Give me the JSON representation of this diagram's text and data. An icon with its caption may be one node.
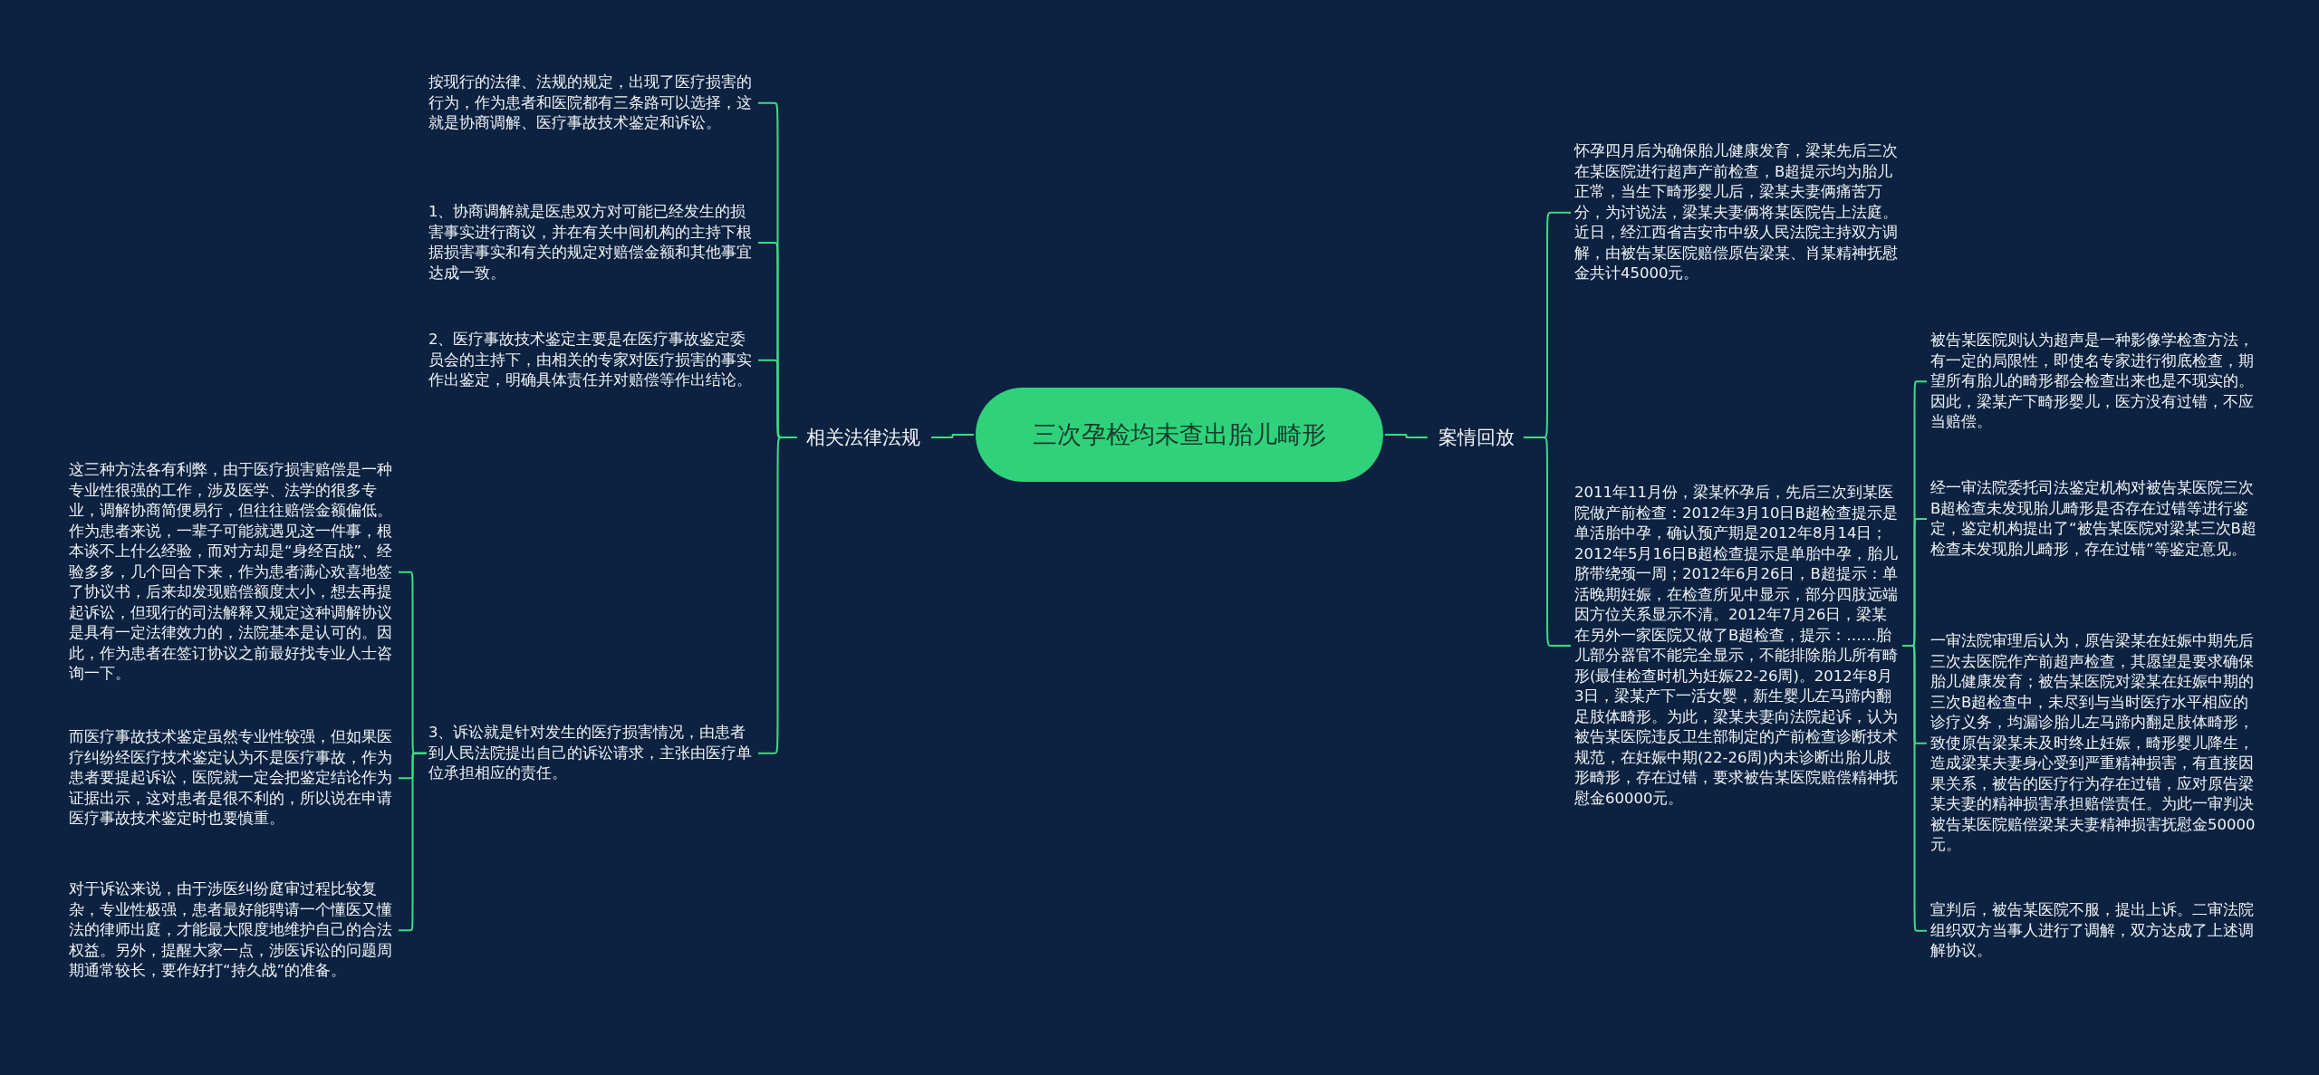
{
  "diagram": {
    "nodes": [
      {
        "text": [
          "三次孕检均未查出胎儿畸形"
        ]
      },
      {
        "text": [
          "相关法律法规"
        ]
      },
      {
        "text": [
          "按现行的法律、法规的规定，出现了医疗损害的行为，作为患者和医院都有三条路可以选择，这就是协商调解、医疗事故技术鉴定和诉讼。"
        ]
      },
      {
        "text": [
          "1、协商调解就是医患双方对可能已经发生的损害事实进行商议，并在有关中间机构的主持下根据损害事实和有关的规定对赔偿金额和其他事宜达成一致。"
        ]
      },
      {
        "text": [
          "2、医疗事故技术鉴定主要是在医疗事故鉴定委员会的主持下，由相关的专家对医疗损害的事实作出鉴定，明确具体责任并对赔偿等作出结论。"
        ]
      },
      {
        "text": [
          "3、诉讼就是针对发生的医疗损害情况，由患者到人民法院提出自己的诉讼请求，主张由医疗单位承担相应的责任。"
        ]
      },
      {
        "text": [
          "这三种方法各有利弊，由于医疗损害赔偿是一种专业性很强的工作，涉及医学、法学的很多专业，调解协商简便易行，但往往赔偿金额偏低。作为患者来说，一辈子可能就遇见这一件事，根本谈不上什么经验，而对方却是“身经百战”、经验多多，几个回合下来，作为患者满心欢喜地签了协议书，后来却发现赔偿额度太小，想去再提起诉讼，但现行的司法解释又规定这种调解协议是具有一定法律效力的，法院基本是认可的。因此，作为患者在签订协议之前最好找专业人士咨询一下。"
        ]
      },
      {
        "text": [
          "而医疗事故技术鉴定虽然专业性较强，但如果医疗纠纷经医疗技术鉴定认为不是医疗事故，作为患者要提起诉讼，医院就一定会把鉴定结论作为证据出示，这对患者是很不利的，所以说在申请医疗事故技术鉴定时也要慎重。"
        ]
      },
      {
        "text": [
          "对于诉讼来说，由于涉医纠纷庭审过程比较复杂，专业性极强，患者最好能聘请一个懂医又懂法的律师出庭，才能最大限度地维护自己的合法权益。另外，提醒大家一点，涉医诉讼的问题周期通常较长，要作好打“持久战”的准备。"
        ]
      },
      {
        "text": [
          "案情回放"
        ]
      },
      {
        "text": [
          "怀孕四月后为确保胎儿健康发育，梁某先后三次在某医院进行超声产前检查，B超提示均为胎儿正常，当生下畸形婴儿后，梁某夫妻俩痛苦万分，为讨说法，梁某夫妻俩将某医院告上法庭。近日，经江西省吉安市中级人民法院主持双方调解，由被告某医院赔偿原告梁某、肖某精神抚慰金共计45000元。"
        ]
      },
      {
        "text": [
          "2011年11月份，梁某怀孕后，先后三次到某医院做产前检查：2012年3月10日B超检查提示是单活胎中孕，确认预产期是2012年8月14日；2012年5月16日B超检查提示是单胎中孕，胎儿脐带绕颈一周；2012年6月26日，B超提示：单活晚期妊娠，在检查所见中显示，部分四肢远端因方位关系显示不清。2012年7月26日，梁某在另外一家医院又做了B超检查，提示：……胎儿部分器官不能完全显示，不能排除胎儿所有畸形(最佳检查时机为妊娠22-26周)。2012年8月3日，梁某产下一活女婴，新生婴儿左马蹄内翻足肢体畸形。为此，梁某夫妻向法院起诉，认为被告某医院违反卫生部制定的产前检查诊断技术规范，在妊娠中期(22-26周)内未诊断出胎儿肢形畸形，存在过错，要求被告某医院赔偿精神抚慰金60000元。"
        ]
      },
      {
        "text": [
          "被告某医院则认为超声是一种影像学检查方法，有一定的局限性，即使名专家进行彻底检查，期望所有胎儿的畸形都会检查出来也是不现实的。因此，梁某产下畸形婴儿，医方没有过错，不应当赔偿。"
        ]
      },
      {
        "text": [
          "经一审法院委托司法鉴定机构对被告某医院三次B超检查未发现胎儿畸形是否存在过错等进行鉴定，鉴定机构提出了“被告某医院对梁某三次B超检查未发现胎儿畸形，存在过错”等鉴定意见。"
        ]
      },
      {
        "text": [
          "一审法院审理后认为，原告梁某在妊娠中期先后三次去医院作产前超声检查，其愿望是要求确保胎儿健康发育；被告某医院对梁某在妊娠中期的三次B超检查中，未尽到与当时医疗水平相应的诊疗义务，均漏诊胎儿左马蹄内翻足肢体畸形，致使原告梁某未及时终止妊娠，畸形婴儿降生，造成梁某夫妻身心受到严重精神损害，有直接因果关系，被告的医疗行为存在过错，应对原告梁某夫妻的精神损害承担赔偿责任。为此一审判决被告某医院赔偿梁某夫妻精神损害抚慰金50000元。"
        ]
      },
      {
        "text": [
          "宣判后，被告某医院不服，提出上诉。二审法院组织双方当事人进行了调解，双方达成了上述调解协议。"
        ]
      }
    ],
    "edges": [
      {
        "from": 0,
        "to": 1,
        "arrow": "none"
      },
      {
        "from": 1,
        "to": 2,
        "arrow": "none"
      },
      {
        "from": 1,
        "to": 3,
        "arrow": "none"
      },
      {
        "from": 1,
        "to": 4,
        "arrow": "none"
      },
      {
        "from": 1,
        "to": 5,
        "arrow": "none"
      },
      {
        "from": 5,
        "to": 6,
        "arrow": "none"
      },
      {
        "from": 5,
        "to": 7,
        "arrow": "none"
      },
      {
        "from": 5,
        "to": 8,
        "arrow": "none"
      },
      {
        "from": 0,
        "to": 9,
        "arrow": "none"
      },
      {
        "from": 9,
        "to": 10,
        "arrow": "none"
      },
      {
        "from": 9,
        "to": 11,
        "arrow": "none"
      },
      {
        "from": 11,
        "to": 12,
        "arrow": "none"
      },
      {
        "from": 11,
        "to": 13,
        "arrow": "none"
      },
      {
        "from": 11,
        "to": 14,
        "arrow": "none"
      },
      {
        "from": 11,
        "to": 15,
        "arrow": "none"
      }
    ]
  }
}
